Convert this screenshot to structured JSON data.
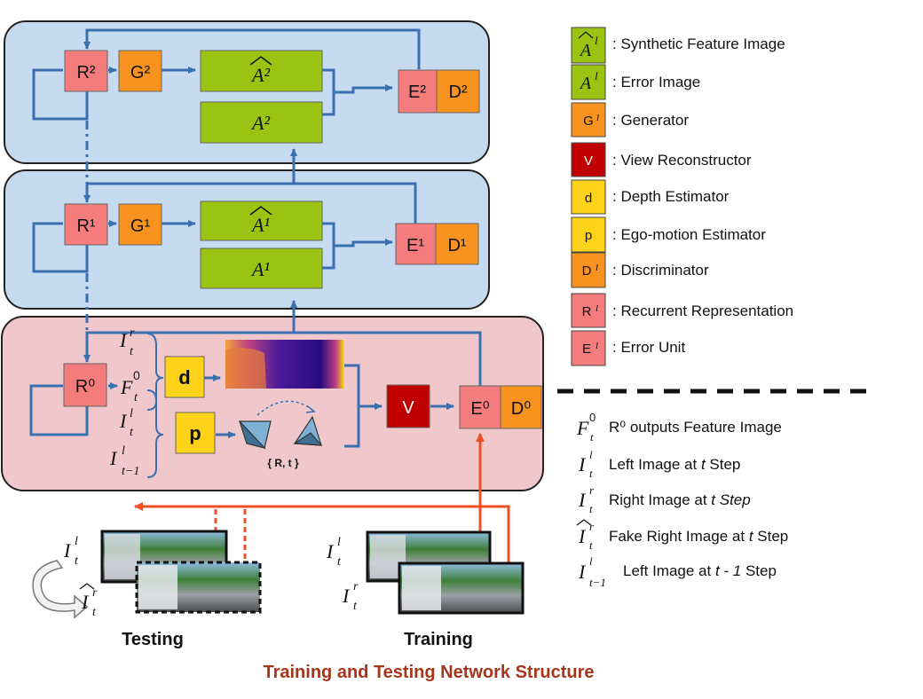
{
  "title": "Training and Testing Network Structure",
  "caption_color": "#a5361b",
  "colors": {
    "level_fill": "#c6dbf0",
    "input_fill": "#f0c8cc",
    "recurrent": "#f47c7c",
    "generator": "#f7931e",
    "feature": "#99c411",
    "view": "#c00000",
    "estimator": "#ffd31a",
    "arrow": "#3a6fb0",
    "input_arrow": "#f04e23"
  },
  "level2": {
    "R": "R²",
    "G": "G²",
    "A_hat": "A²",
    "A": "A²",
    "E": "E²",
    "D": "D²"
  },
  "level1": {
    "R": "R¹",
    "G": "G¹",
    "A_hat": "A¹",
    "A": "A¹",
    "E": "E¹",
    "D": "D¹"
  },
  "level0": {
    "R": "R⁰",
    "F_base": "F",
    "F_sup": "0",
    "F_sub": "t",
    "d": "d",
    "p": "p",
    "V": "V",
    "E": "E⁰",
    "D": "D⁰",
    "pose_label": "{ R, t }",
    "in1_sup": "r",
    "in1_sub": "t",
    "in2_sup": "l",
    "in2_sub": "t",
    "in3_sup": "l",
    "in3_sub": "t−1"
  },
  "legend": [
    {
      "icon": "Âˡ",
      "text": ": Synthetic Feature Image"
    },
    {
      "icon": "Aˡ",
      "text": ": Error Image"
    },
    {
      "icon": "Gˡ",
      "text": ": Generator"
    },
    {
      "icon": "V",
      "text": ": View Reconstructor"
    },
    {
      "icon": "d",
      "text": ": Depth Estimator"
    },
    {
      "icon": "p",
      "text": ": Ego-motion Estimator"
    },
    {
      "icon": "Dˡ",
      "text": ": Discriminator"
    },
    {
      "icon": "Rˡ",
      "text": ": Recurrent Representation"
    },
    {
      "icon": "Eˡ",
      "text": ": Error Unit"
    }
  ],
  "notation": [
    {
      "text": "R⁰ outputs Feature Image"
    },
    {
      "text": "Left Image at ",
      "em": "t",
      "tail": " Step"
    },
    {
      "text": "Right Image at ",
      "em": "t Step",
      "tail": ""
    },
    {
      "text": "Fake Right Image at ",
      "em": "t",
      "tail": " Step"
    },
    {
      "text": "Left Image at ",
      "em": "t - 1",
      "tail": " Step"
    }
  ],
  "testing": {
    "label": "Testing",
    "in_sup": "l",
    "in_sub": "t",
    "out_sup": "r",
    "out_sub": "t"
  },
  "training": {
    "label": "Training",
    "in_sup": "l",
    "in_sub": "t",
    "out_sup": "r",
    "out_sub": "t"
  }
}
